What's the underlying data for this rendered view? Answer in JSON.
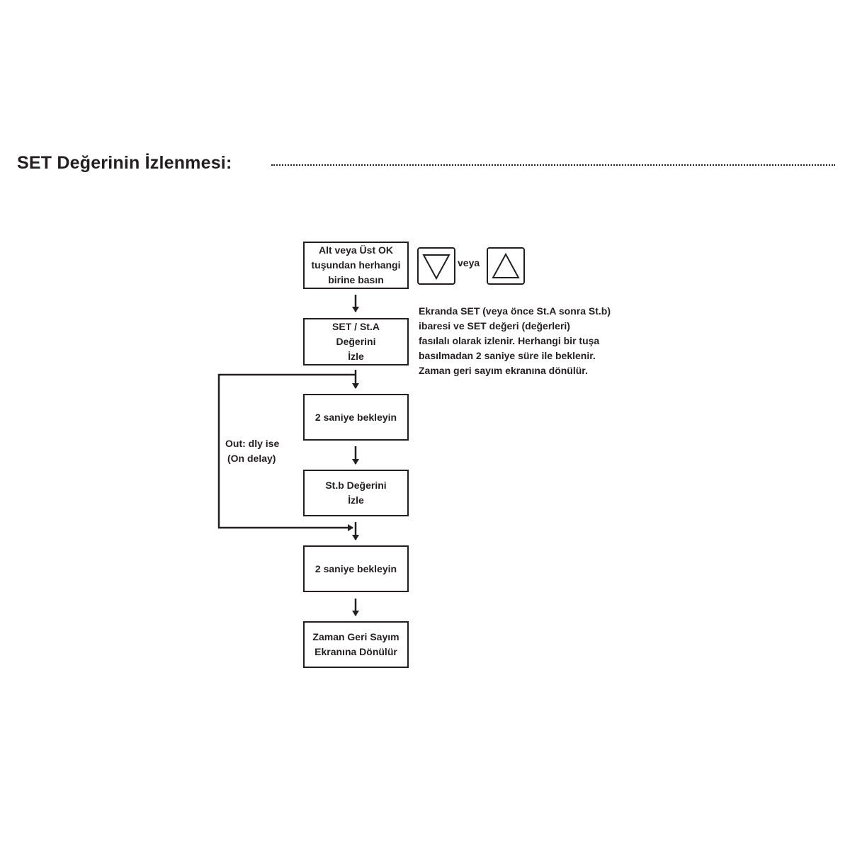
{
  "title": "SET Değerinin İzlenmesi:",
  "steps": {
    "press_key": "Alt veya Üst OK\ntuşundan herhangi\nbirine basın",
    "watch_set_sta": "SET / St.A\nDeğerini\nİzle",
    "wait_1": "2 saniye bekleyin",
    "watch_stb": "St.b Değerini\nİzle",
    "wait_2": "2 saniye bekleyin",
    "return": "Zaman Geri Sayım\nEkranına Dönülür"
  },
  "keys": {
    "down_icon": "down-arrow-key-icon",
    "or_label": "veya",
    "up_icon": "up-arrow-key-icon"
  },
  "note": [
    "Ekranda SET (veya önce St.A sonra St.b)",
    "ibaresi ve SET değeri (değerleri)",
    "fasılalı olarak izlenir. Herhangi bir tuşa",
    "basılmadan 2 saniye süre ile beklenir.",
    "Zaman geri sayım ekranına dönülür."
  ],
  "loop_label": [
    "Out: dly ise",
    "(On delay)"
  ]
}
